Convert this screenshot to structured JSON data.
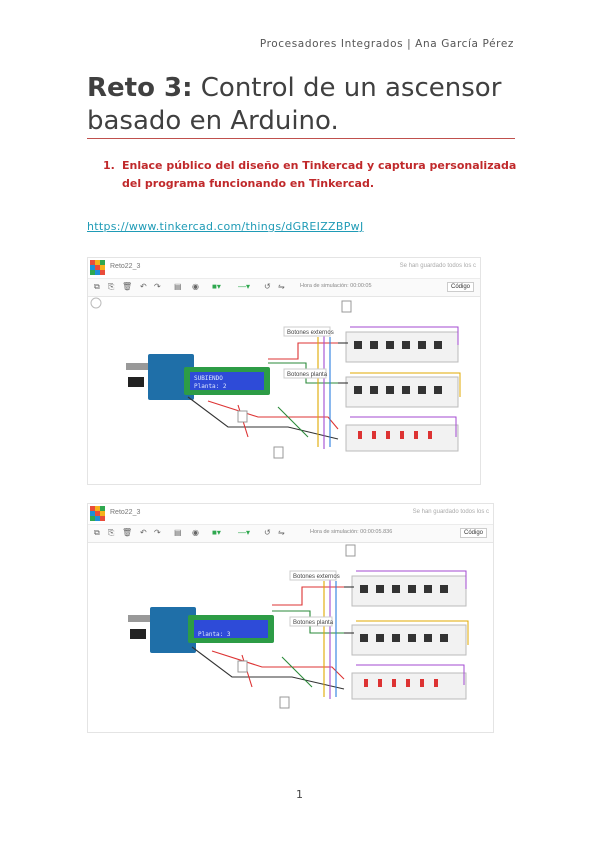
{
  "header": "Procesadores Integrados | Ana García Pérez",
  "title": {
    "bold": "Reto 3:",
    "rest": " Control de un ascensor basado en Arduino."
  },
  "list_item": {
    "number": "1.",
    "text": "Enlace público del diseño en Tinkercad y captura personalizada del programa funcionando en Tinkercad."
  },
  "link": "https://www.tinkercad.com/things/dGREIZZBPwJ",
  "screenshots": [
    {
      "project_name": "Reto22_3",
      "saved_status": "Se han guardado todos los c",
      "sim_time": "Hora de simulación: 00:00:05",
      "code_button": "Código",
      "lcd_line1": "SUBIENDO",
      "lcd_line2": "Planta: 2",
      "label_a": "Botones externos",
      "label_b": "Botones planta"
    },
    {
      "project_name": "Reto22_3",
      "saved_status": "Se han guardado todos los c",
      "sim_time": "Hora de simulación: 00:00:05.836",
      "code_button": "Código",
      "lcd_line1": "",
      "lcd_line2": "Planta: 3",
      "label_a": "Botones externos",
      "label_b": "Botones planta"
    }
  ],
  "page_number": "1",
  "colors": {
    "accent_red": "#c0292b",
    "rule": "#c0504d",
    "link": "#1f9bb6",
    "arduino": "#1f6fa8",
    "lcd_screen": "#2e4bd8",
    "breadboard": "#f2f2f2"
  }
}
